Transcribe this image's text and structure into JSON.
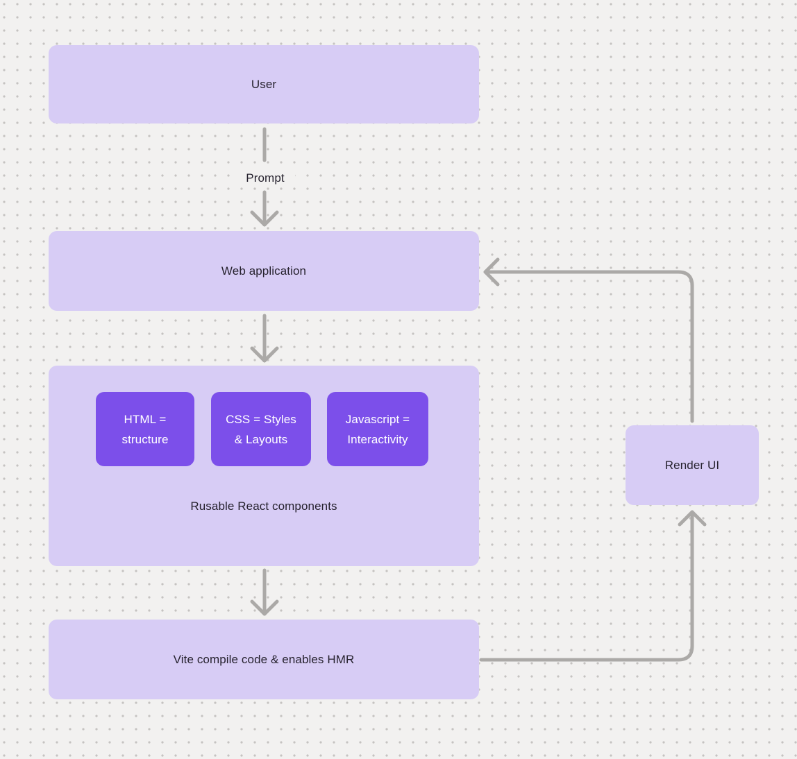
{
  "diagram": {
    "nodes": {
      "user": {
        "label": "User"
      },
      "web_application": {
        "label": "Web application"
      },
      "components_group": {
        "chips": [
          {
            "label": "HTML =\nstructure"
          },
          {
            "label": "CSS = Styles\n& Layouts"
          },
          {
            "label": "Javascript =\nInteractivity"
          }
        ],
        "caption": "Rusable React components"
      },
      "vite": {
        "label": "Vite compile code & enables HMR"
      },
      "render_ui": {
        "label": "Render UI"
      }
    },
    "edge_labels": {
      "prompt": "Prompt"
    },
    "edges": [
      {
        "from": "user",
        "to": "web_application",
        "label": "Prompt"
      },
      {
        "from": "web_application",
        "to": "components_group",
        "label": ""
      },
      {
        "from": "components_group",
        "to": "vite",
        "label": ""
      },
      {
        "from": "vite",
        "to": "render_ui",
        "label": ""
      },
      {
        "from": "render_ui",
        "to": "web_application",
        "label": ""
      }
    ],
    "colors": {
      "canvas_bg": "#F2F1F0",
      "dot": "#C5C3C1",
      "node_fill": "#D7CCF5",
      "chip_fill": "#7C4FEA",
      "chip_text": "#FFFFFF",
      "text": "#26222E",
      "connector": "#ABA9A7"
    }
  }
}
